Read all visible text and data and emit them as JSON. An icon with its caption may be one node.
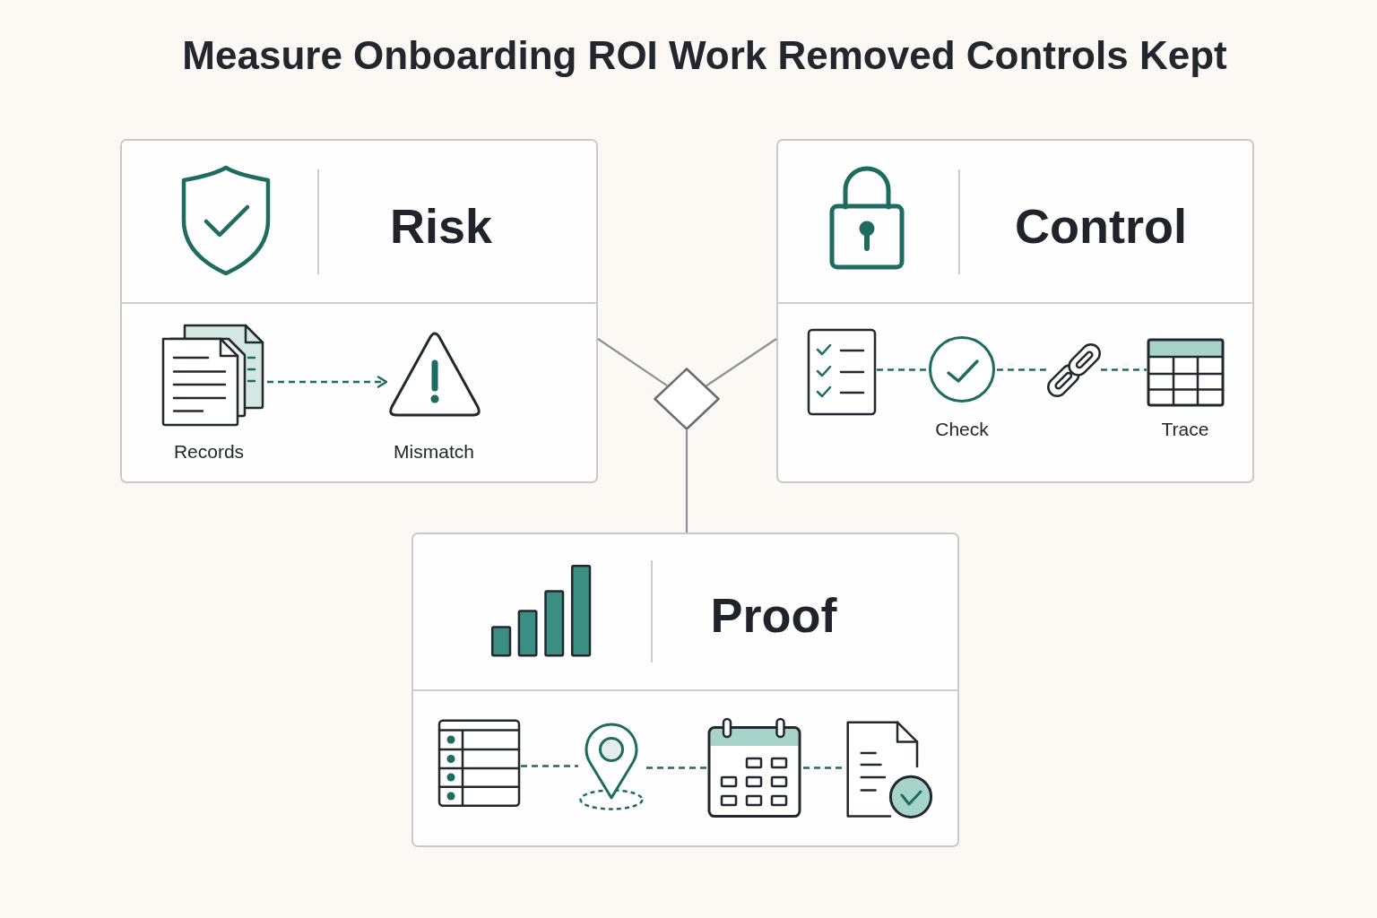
{
  "diagram": {
    "title": "Measure Onboarding ROI Work Removed Controls Kept",
    "nodes": [
      {
        "text": [
          "Risk"
        ]
      },
      {
        "text": [
          "Records"
        ],
        "in": 0
      },
      {
        "text": [
          "Mismatch"
        ],
        "in": 0
      },
      {
        "text": [
          "Control"
        ]
      },
      {
        "text": [],
        "shape": "picture",
        "in": 3
      },
      {
        "text": [
          "Check"
        ],
        "in": 3
      },
      {
        "text": [],
        "shape": "picture",
        "in": 3
      },
      {
        "text": [
          "Trace"
        ],
        "in": 3
      },
      {
        "text": [
          "Proof"
        ]
      },
      {
        "text": [],
        "shape": "picture",
        "in": 8
      },
      {
        "text": [],
        "shape": "picture",
        "in": 8
      },
      {
        "text": [],
        "shape": "picture",
        "in": 8
      },
      {
        "text": [],
        "shape": "picture",
        "in": 8
      },
      {
        "text": [],
        "shape": "diamond"
      }
    ],
    "edges": [
      {
        "from": 1,
        "to": 2,
        "arrow": "to",
        "style": "dashed"
      },
      {
        "from": 0,
        "to": 13,
        "arrow": "none",
        "color": "#8e9196"
      },
      {
        "from": 3,
        "to": 13,
        "arrow": "none",
        "color": "#8e9196"
      },
      {
        "from": 4,
        "to": 5,
        "arrow": "none",
        "style": "dashed"
      },
      {
        "from": 5,
        "to": 6,
        "arrow": "none",
        "style": "dashed"
      },
      {
        "from": 6,
        "to": 7,
        "arrow": "none",
        "style": "dashed"
      },
      {
        "from": 13,
        "to": 8,
        "arrow": "none",
        "color": "#8e9196"
      },
      {
        "from": 9,
        "to": 10,
        "arrow": "none",
        "style": "dashed"
      },
      {
        "from": 10,
        "to": 11,
        "arrow": "none",
        "style": "dashed"
      },
      {
        "from": 11,
        "to": 12,
        "arrow": "none",
        "style": "dashed"
      }
    ]
  }
}
